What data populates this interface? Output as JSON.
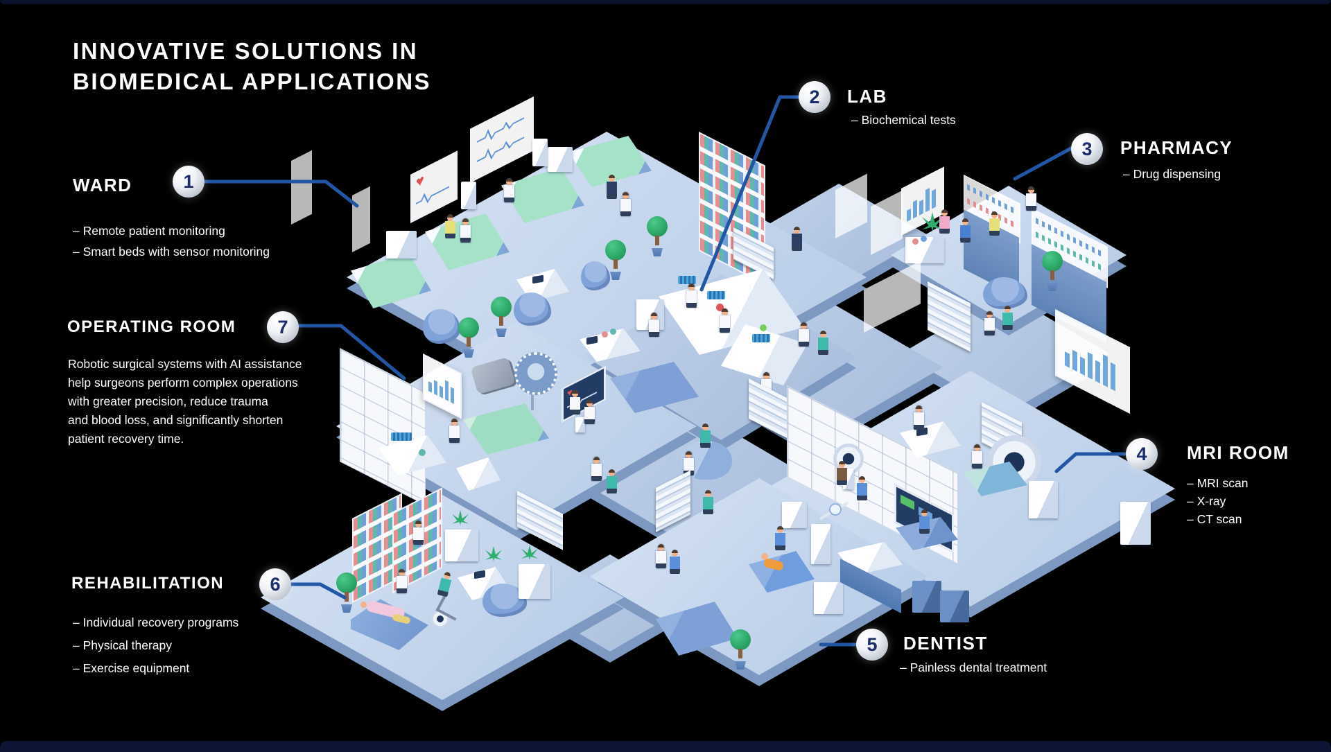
{
  "title": {
    "line1": "INNOVATIVE SOLUTIONS IN",
    "line2": "BIOMEDICAL APPLICATIONS"
  },
  "icons": {
    "heart": "♥"
  },
  "colors": {
    "background": "#000000",
    "accent_line": "#2156a5",
    "badge_number": "#1c2e6b",
    "text": "#ffffff",
    "platform_top": "#c6d7ee",
    "platform_side": "#7d99c2",
    "accent_green": "#9fdcc4",
    "tree_green": "#2aa565"
  },
  "callouts": [
    {
      "number": "1",
      "title": "WARD",
      "lines": [
        "– Remote patient monitoring",
        "– Smart beds with sensor monitoring"
      ]
    },
    {
      "number": "2",
      "title": "LAB",
      "lines": [
        "– Biochemical tests"
      ]
    },
    {
      "number": "3",
      "title": "PHARMACY",
      "lines": [
        "– Drug dispensing"
      ]
    },
    {
      "number": "4",
      "title": "MRI ROOM",
      "lines": [
        "– MRI scan",
        "– X-ray",
        "– CT scan"
      ]
    },
    {
      "number": "5",
      "title": "DENTIST",
      "lines": [
        "– Painless dental treatment"
      ]
    },
    {
      "number": "6",
      "title": "REHABILITATION",
      "lines": [
        "– Individual recovery programs",
        "– Physical therapy",
        "– Exercise equipment"
      ]
    },
    {
      "number": "7",
      "title": "OPERATING ROOM",
      "lines": [
        "Robotic surgical systems with AI assistance",
        "help surgeons perform complex operations",
        "with greater precision, reduce trauma",
        "and blood loss, and significantly shorten",
        "patient recovery time."
      ]
    }
  ]
}
